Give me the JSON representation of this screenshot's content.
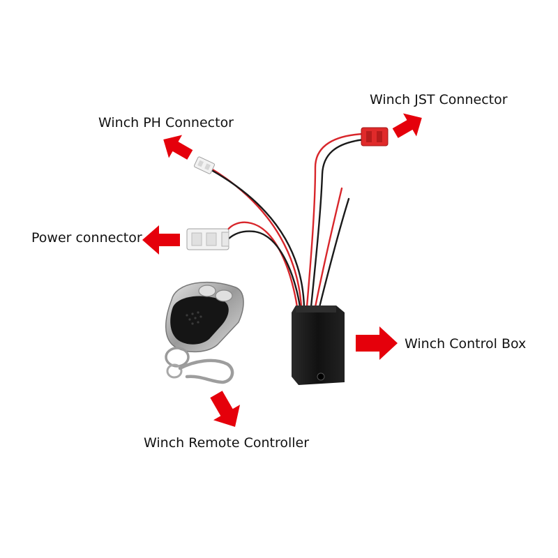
{
  "labels": {
    "jst": "Winch JST Connector",
    "ph": "Winch PH Connector",
    "power": "Power connector",
    "control_box": "Winch Control Box",
    "remote": "Winch Remote Controller"
  },
  "colors": {
    "arrow": "#e5000b",
    "wire_red": "#d8262b",
    "wire_black": "#1a1a1a",
    "box": "#141414",
    "connector_white": "#f2f2f2",
    "connector_red": "#e02a2a",
    "metal": "#b5b5b5"
  }
}
